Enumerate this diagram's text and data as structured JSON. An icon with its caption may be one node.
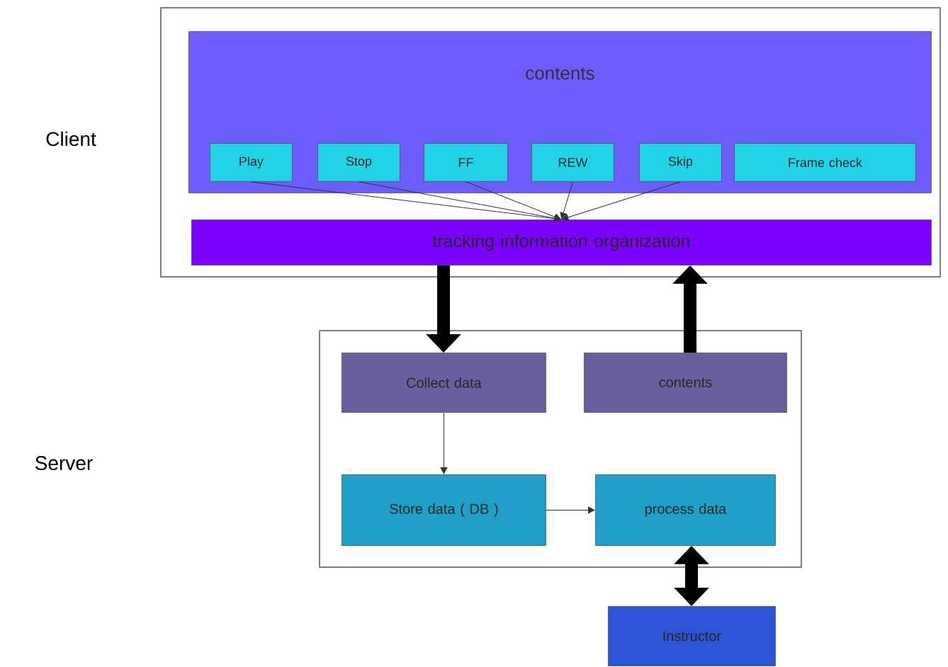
{
  "diagram": {
    "nodes": [
      {
        "text": [],
        "shape": "box"
      },
      {
        "text": [
          "contents"
        ],
        "in": 0
      },
      {
        "text": [
          "Play"
        ],
        "in": 1
      },
      {
        "text": [
          "Stop"
        ],
        "in": 1
      },
      {
        "text": [
          "FF"
        ],
        "in": 1
      },
      {
        "text": [
          "REW"
        ],
        "in": 1
      },
      {
        "text": [
          "Skip"
        ],
        "in": 1
      },
      {
        "text": [
          "Frame check"
        ],
        "in": 1
      },
      {
        "text": [
          "tracking information organization"
        ],
        "in": 0
      },
      {
        "text": [],
        "shape": "box"
      },
      {
        "text": [
          "Collect data"
        ],
        "in": 9
      },
      {
        "text": [
          "contents"
        ],
        "in": 9
      },
      {
        "text": [
          "Store data ( DB )"
        ],
        "in": 9
      },
      {
        "text": [
          "process data"
        ],
        "in": 9
      },
      {
        "text": [
          "Instructor"
        ]
      }
    ],
    "edges": [
      {
        "from": 2,
        "to": 8,
        "arrow": "to"
      },
      {
        "from": 3,
        "to": 8,
        "arrow": "to"
      },
      {
        "from": 4,
        "to": 8,
        "arrow": "to"
      },
      {
        "from": 5,
        "to": 8,
        "arrow": "to"
      },
      {
        "from": 6,
        "to": 8,
        "arrow": "to"
      },
      {
        "from": 8,
        "to": 10,
        "arrow": "to",
        "style": "thick"
      },
      {
        "from": 11,
        "to": 8,
        "arrow": "to",
        "style": "thick"
      },
      {
        "from": 10,
        "to": 12,
        "arrow": "to"
      },
      {
        "from": 12,
        "to": 13,
        "arrow": "to"
      },
      {
        "from": 13,
        "to": 14,
        "arrow": "both",
        "style": "thick"
      }
    ],
    "labels": [
      "Client",
      "Server"
    ]
  }
}
